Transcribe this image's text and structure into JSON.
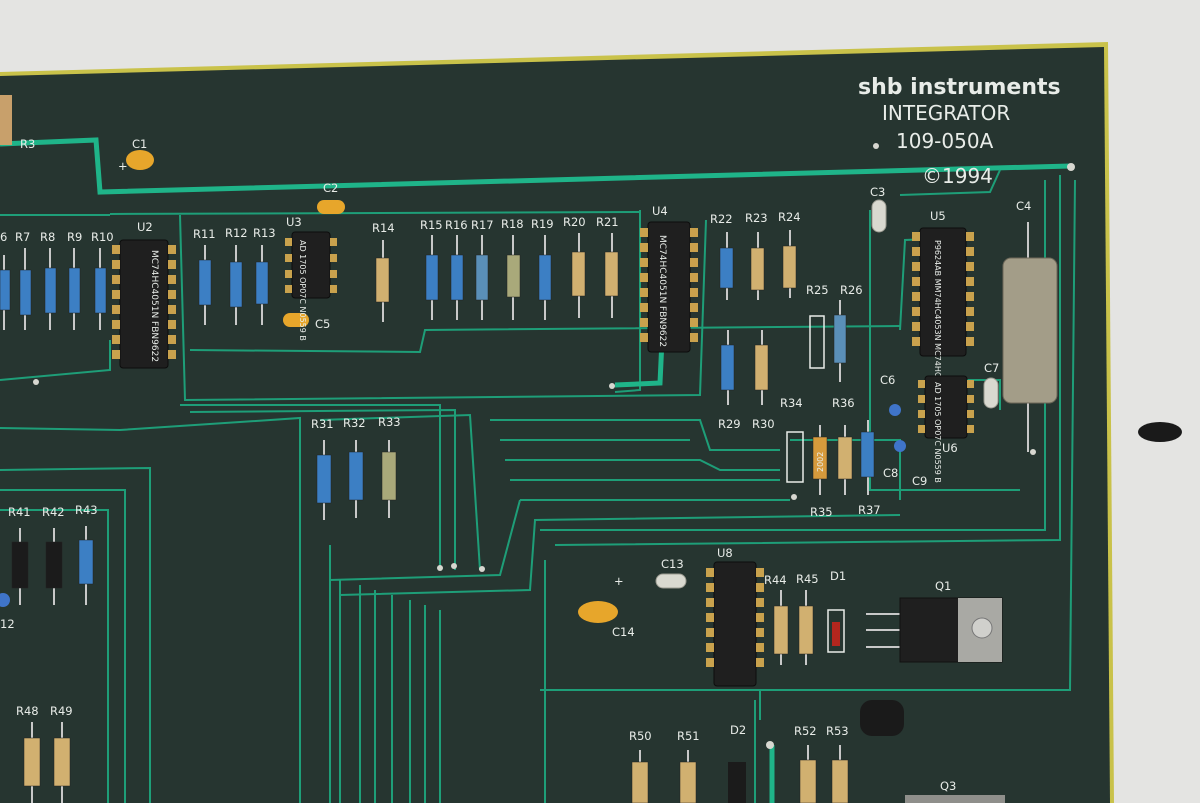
{
  "board": {
    "brand": "shb instruments",
    "product": "INTEGRATOR",
    "part_number": "109-050A",
    "copyright": "©1994"
  },
  "chips": [
    {
      "ref": "U2",
      "marking": "MC74HC4051N FBN9622"
    },
    {
      "ref": "U3",
      "marking": "AD 1705 OP07C N0559 B"
    },
    {
      "ref": "U4",
      "marking": "MC74HC4051N FBN9622"
    },
    {
      "ref": "U5",
      "marking": "P9624AB MM74HC4053N MC74HC4053N"
    },
    {
      "ref": "U6",
      "marking": "AD 1705 OP07C N0559 B"
    },
    {
      "ref": "U8",
      "marking": ""
    }
  ],
  "resistors_top": [
    "6",
    "R7",
    "R8",
    "R9",
    "R10",
    "R11",
    "R12",
    "R13",
    "R14",
    "R15",
    "R16",
    "R17",
    "R18",
    "R19",
    "R20",
    "R21",
    "R22",
    "R23",
    "R24"
  ],
  "resistors_mid": [
    "R25",
    "R26",
    "R29",
    "R30",
    "R31",
    "R32",
    "R33",
    "R34",
    "R35",
    "R36",
    "R37"
  ],
  "resistors_low": [
    "R41",
    "R42",
    "R43",
    "R44",
    "R45",
    "R48",
    "R49",
    "R50",
    "R51",
    "R52",
    "R53"
  ],
  "other_refs": {
    "r3": "R3",
    "c1": "C1",
    "c2": "C2",
    "c3": "C3",
    "c4": "C4",
    "c5": "C5",
    "c6": "C6",
    "c7": "C7",
    "c8": "C8",
    "c9": "C9",
    "c12": "12",
    "c13": "C13",
    "c14": "C14",
    "d1": "D1",
    "d2": "D2",
    "q1": "Q1",
    "q3": "Q3",
    "plus": "+",
    "r35_marking": "2002"
  },
  "colors": {
    "pcb": "#263530",
    "trace": "#1fb489",
    "silkscreen": "#e8ece8",
    "board_edge": "#c9c24a"
  }
}
